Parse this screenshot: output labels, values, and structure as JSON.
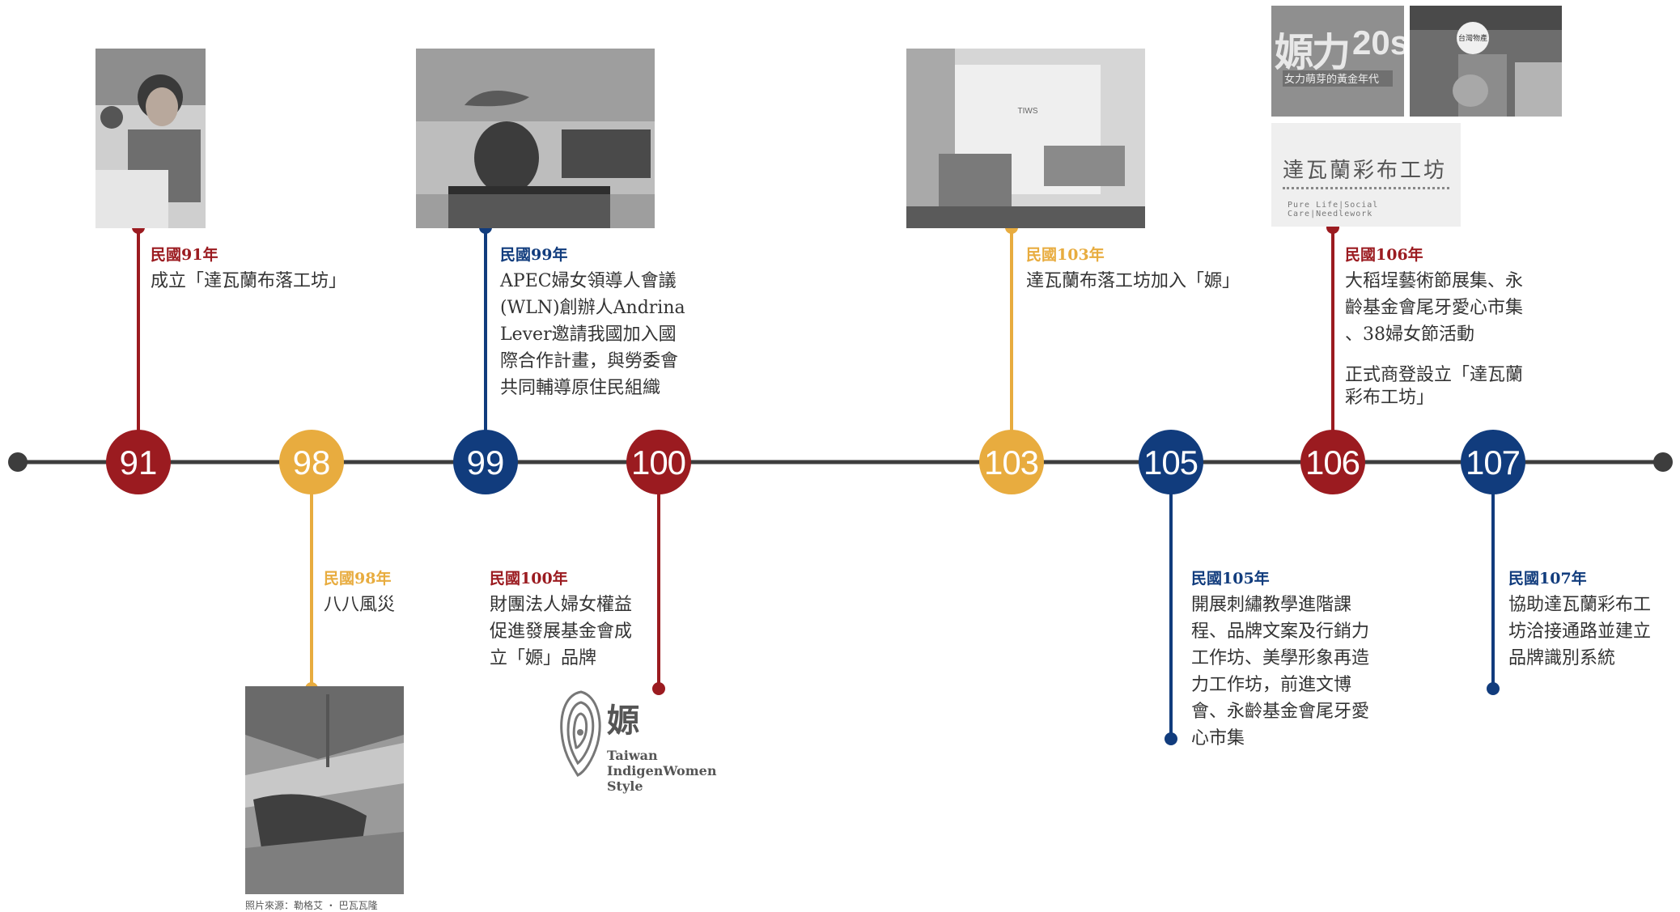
{
  "colors": {
    "red": "#9b1b20",
    "gold": "#e8ac3f",
    "navy": "#113c7d",
    "line": "#3d3d3d"
  },
  "timeline": [
    {
      "year": "91",
      "color": "red"
    },
    {
      "year": "98",
      "color": "gold"
    },
    {
      "year": "99",
      "color": "navy"
    },
    {
      "year": "100",
      "color": "red"
    },
    {
      "year": "103",
      "color": "gold"
    },
    {
      "year": "105",
      "color": "navy"
    },
    {
      "year": "106",
      "color": "red"
    },
    {
      "year": "107",
      "color": "navy"
    }
  ],
  "events": {
    "e91": {
      "label": "民國91年",
      "lines": [
        "成立「達瓦蘭布落工坊」"
      ]
    },
    "e98": {
      "label": "民國98年",
      "lines": [
        "八八風災"
      ]
    },
    "e99": {
      "label": "民國99年",
      "lines": [
        "APEC婦女領導人會議",
        "(WLN)創辦人Andrina",
        "Lever邀請我國加入國",
        "際合作計畫，與勞委會",
        "共同輔導原住民組織"
      ]
    },
    "e100": {
      "label": "民國100年",
      "lines": [
        "財團法人婦女權益",
        "促進發展基金會成",
        "立「嫄」品牌"
      ]
    },
    "e103": {
      "label": "民國103年",
      "lines": [
        "達瓦蘭布落工坊加入「嫄」"
      ]
    },
    "e105": {
      "label": "民國105年",
      "lines": [
        "開展刺繡教學進階課",
        "程、品牌文案及行銷力",
        "工作坊、美學形象再造",
        "力工作坊，前進文博",
        "會、永齡基金會尾牙愛",
        "心市集"
      ]
    },
    "e106": {
      "label": "民國106年",
      "lines": [
        "大稻埕藝術節展集、永",
        "齡基金會尾牙愛心市集",
        "、38婦女節活動"
      ],
      "lines2": [
        "正式商登設立「達瓦蘭",
        "彩布工坊」"
      ]
    },
    "e107": {
      "label": "民國107年",
      "lines": [
        "協助達瓦蘭彩布工",
        "坊洽接通路並建立",
        "品牌識別系統"
      ]
    }
  },
  "photo_credit": "照片來源：勒格艾 ‧ 巴瓦瓦隆",
  "logos": {
    "yuan_brand": {
      "char": "嫄",
      "lines": [
        "Taiwan",
        "IndigenWomen",
        "Style"
      ]
    },
    "yuan20s": {
      "main": "嫄力",
      "year": "20s",
      "sub": "女力萌芽的黃金年代"
    },
    "shop_sign": "台灣物產",
    "booth_sign": "TIWS",
    "dawalan": {
      "title": "達瓦蘭彩布工坊",
      "sub": "Pure Life|Social Care|Needlework"
    }
  }
}
